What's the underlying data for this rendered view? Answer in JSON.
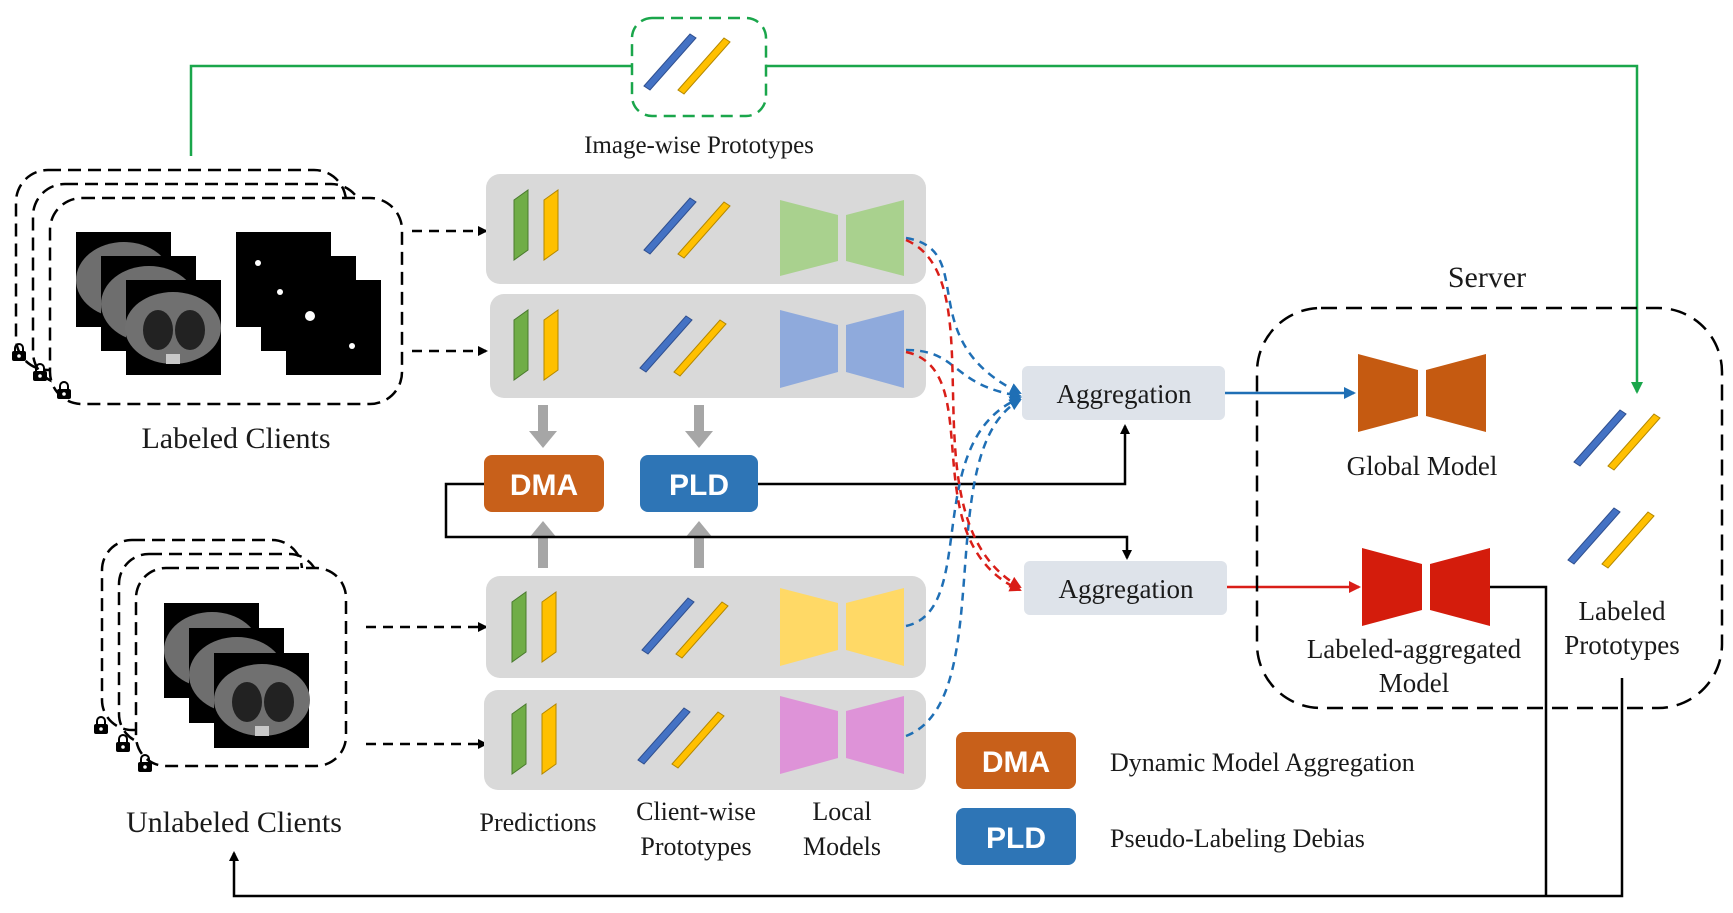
{
  "labels": {
    "image_wise_prototypes": "Image-wise Prototypes",
    "labeled_clients": "Labeled Clients",
    "unlabeled_clients": "Unlabeled Clients",
    "server": "Server",
    "aggregation_top": "Aggregation",
    "aggregation_bottom": "Aggregation",
    "global_model": "Global Model",
    "labeled_aggregated_model_line1": "Labeled-aggregated",
    "labeled_aggregated_model_line2": "Model",
    "labeled_prototypes_line1": "Labeled",
    "labeled_prototypes_line2": "Prototypes",
    "predictions": "Predictions",
    "client_wise_line1": "Client-wise",
    "client_wise_line2": "Prototypes",
    "local_models_line1": "Local",
    "local_models_line2": "Models"
  },
  "modules": {
    "dma": "DMA",
    "pld": "PLD"
  },
  "legend": [
    {
      "abbr": "DMA",
      "text": "Dynamic Model Aggregation"
    },
    {
      "abbr": "PLD",
      "text": "Pseudo-Labeling Debias"
    }
  ],
  "colors": {
    "dma": "#c8601a",
    "pld": "#2e75b6",
    "green_arrow": "#1aa64b",
    "blue_arrow": "#1f6fb5",
    "red_arrow": "#d91e18",
    "global_model": "#c55a11",
    "labeled_model": "#d41c0c",
    "local_green": "#a9d18e",
    "local_blue": "#8faadc",
    "local_yellow": "#ffd966",
    "local_pink": "#de93d8"
  }
}
